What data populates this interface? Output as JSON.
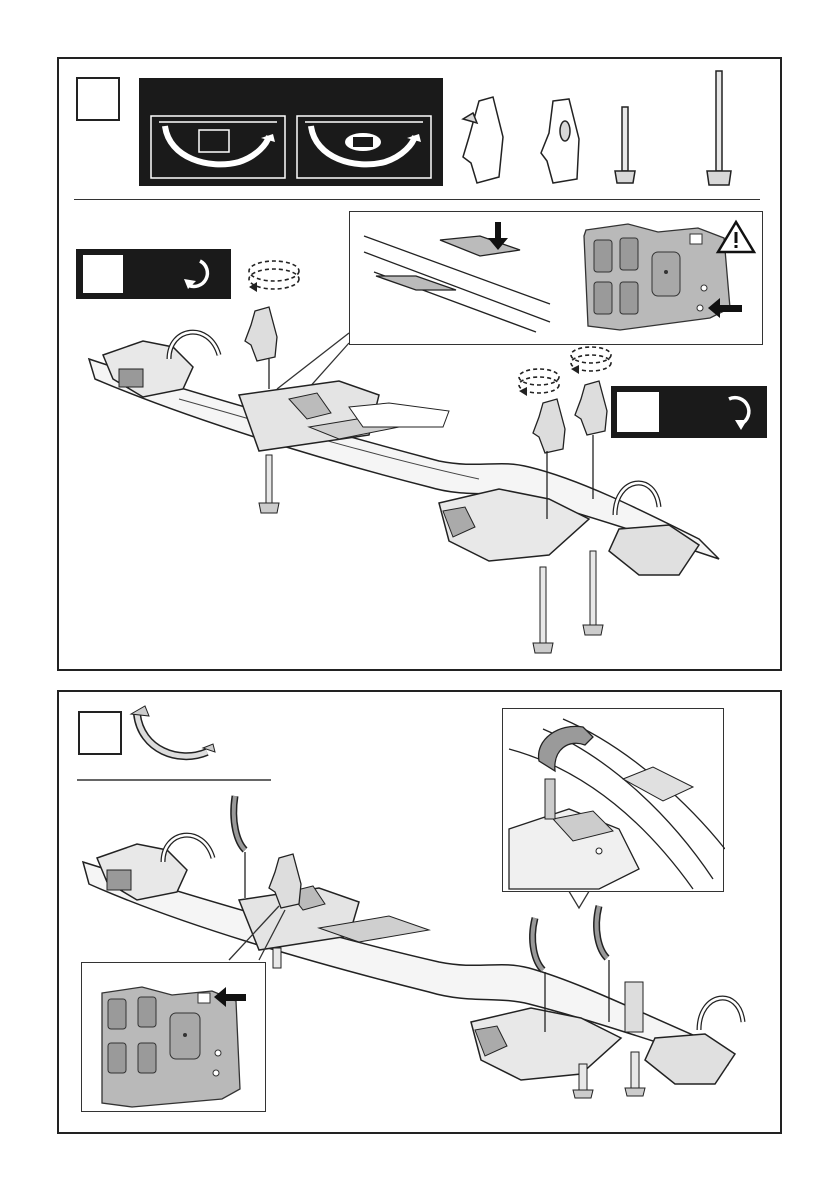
{
  "document": {
    "panels": [
      {
        "id": "step-1",
        "has_parts_row": true,
        "rotation_banners": [
          {
            "direction": "counterclockwise",
            "icon": "rotate-ccw-icon"
          },
          {
            "direction": "clockwise",
            "icon": "rotate-cw-icon"
          }
        ],
        "warning_icon": "warning-triangle-icon",
        "arrow_icons": [
          "arrow-down-icon",
          "arrow-left-icon"
        ]
      },
      {
        "id": "step-2",
        "has_parts_row": true,
        "arrow_icons": [
          "arrow-left-icon"
        ]
      }
    ]
  },
  "colors": {
    "ink": "#1a1a1a",
    "plate_grey": "#b9b9b9",
    "part_grey": "#c8c8c8",
    "background": "#ffffff"
  }
}
